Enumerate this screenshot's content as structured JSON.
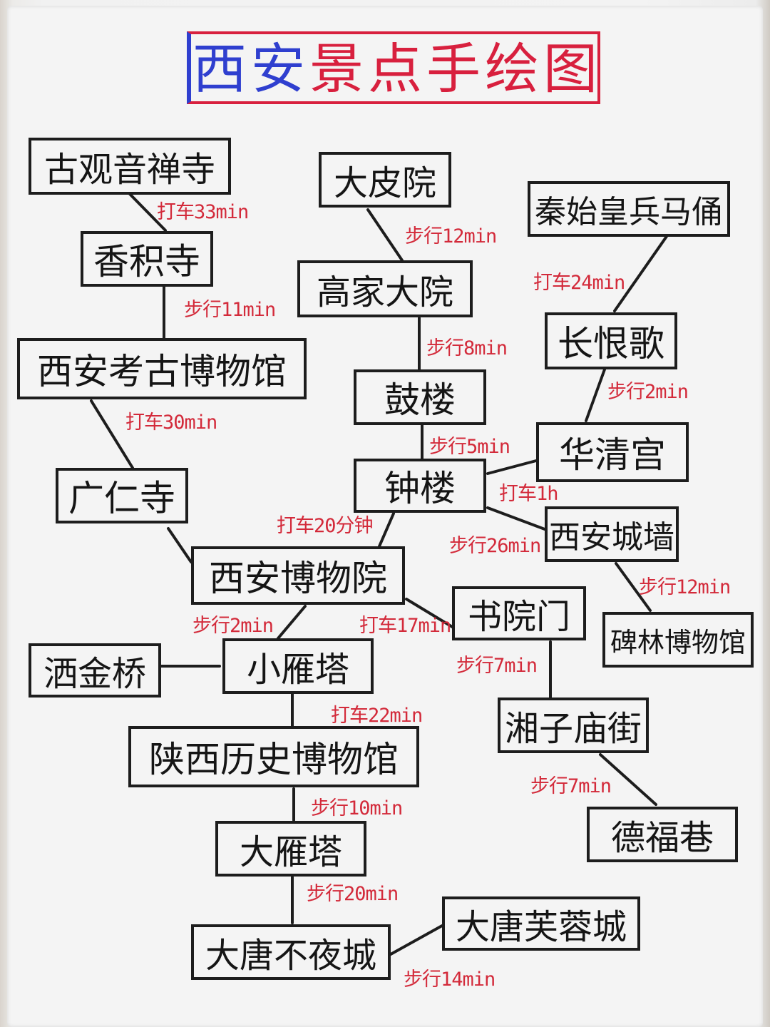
{
  "title": {
    "part1": "西安",
    "part2": "景点手绘图",
    "part1_color": "#2f3fcf",
    "part2_color": "#d8203e"
  },
  "nodes": {
    "guguanyin": "古观音禅寺",
    "xiangjisi": "香积寺",
    "kaogu": "西安考古博物馆",
    "guangrensi": "广仁寺",
    "xian_museum": "西安博物院",
    "sajinqiao": "洒金桥",
    "xiaoyanta": "小雁塔",
    "shaanxi_history": "陕西历史博物馆",
    "dayanta": "大雁塔",
    "datang_buyecheng": "大唐不夜城",
    "datang_furong": "大唐芙蓉城",
    "dayuan": "大皮院",
    "gaojia": "高家大院",
    "gulou": "鼓楼",
    "zhonglou": "钟楼",
    "shuyuanmen": "书院门",
    "xiangzi": "湘子庙街",
    "defuxiang": "德福巷",
    "bingmayong": "秦始皇兵马俑",
    "changhenge": "长恨歌",
    "huaqing": "华清宫",
    "chengqiang": "西安城墙",
    "beilin": "碑林博物馆"
  },
  "edge_labels": {
    "guguanyin_xiangji": "打车33min",
    "xiangji_kaogu": "步行11min",
    "kaogu_guangren": "打车30min",
    "zhonglou_museum": "打车20分钟",
    "museum_xiaoyan": "步行2min",
    "museum_shuyuan": "打车17min",
    "xiaoyan_shaanxi": "打车22min",
    "shaanxi_dayan": "步行10min",
    "dayan_buye": "步行20min",
    "buye_furong": "步行14min",
    "dayuan_gaojia": "步行12min",
    "gaojia_gulou": "步行8min",
    "gulou_zhonglou": "步行5min",
    "zhonglou_huaqing": "打车1h",
    "zhonglou_chengqiang": "步行26min",
    "chengqiang_beilin": "步行12min",
    "shuyuan_xiangzi": "步行7min",
    "xiangzi_defu": "步行7min",
    "bingmayong_changhen": "打车24min",
    "changhen_huaqing": "步行2min"
  },
  "colors": {
    "line": "#1d1d1d",
    "label": "#d32a3a"
  }
}
